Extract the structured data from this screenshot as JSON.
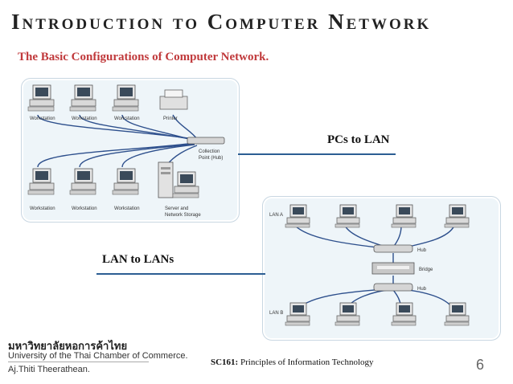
{
  "slide": {
    "title": "Introduction to Computer Network",
    "subtitle": "The Basic Configurations of  Computer Network.",
    "label_pcs": "PCs to LAN",
    "label_lans": "LAN to LANs",
    "page_number": "6"
  },
  "diagram1": {
    "workstation": "Workstation",
    "printer": "Printer",
    "collection_point_line1": "Collection",
    "collection_point_line2": "Point (Hub)",
    "server_line1": "Server and",
    "server_line2": "Network Storage"
  },
  "diagram2": {
    "lan_a": "LAN A",
    "lan_b": "LAN B",
    "hub": "Hub",
    "bridge": "Bridge"
  },
  "footer": {
    "university_thai": "มหาวิทยาลัยหอการค้าไทย",
    "university_en": "University of the Thai Chamber of Commerce.",
    "author": "Aj.Thiti   Theerathean.",
    "course_code": "SC161:",
    "course_name": " Principles of Information Technology"
  }
}
